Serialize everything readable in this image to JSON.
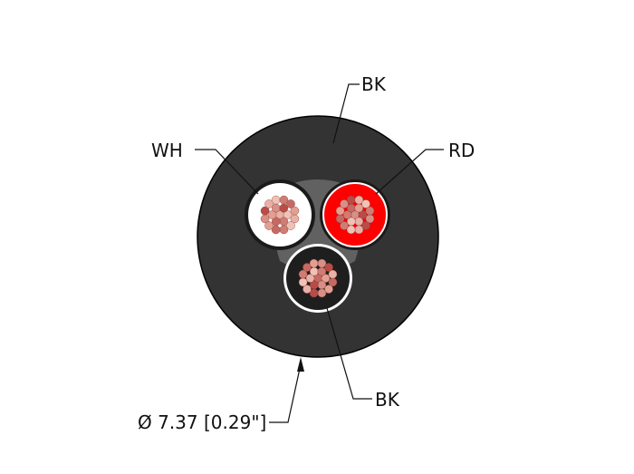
{
  "labels": {
    "jacket": "BK",
    "wire_white": "WH",
    "wire_red": "RD",
    "wire_black": "BK",
    "diameter": "Ø 7.37 [0.29\"]"
  },
  "colors": {
    "jacket": "#333333",
    "filler": "#6a6a6a",
    "white_insulation": "#ffffff",
    "red_insulation": "#ff0000",
    "black_insulation": "#1e1e1e",
    "strand_copper": "#e6a9a0",
    "strand_dark": "#b04a44"
  }
}
